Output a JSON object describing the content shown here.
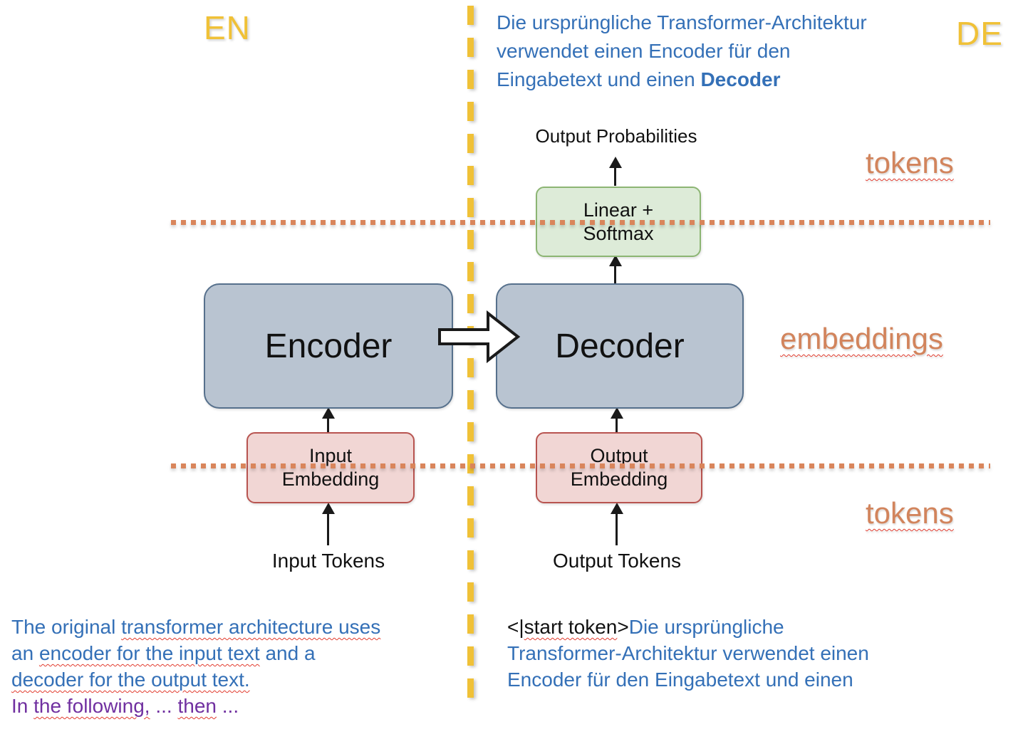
{
  "labels": {
    "en": "EN",
    "de": "DE",
    "tokens_top": "tokens",
    "embeddings": "embeddings",
    "tokens_bottom": "tokens"
  },
  "diagram": {
    "output_probabilities": "Output Probabilities",
    "linear_softmax": {
      "line1": "Linear +",
      "line2": "Softmax"
    },
    "encoder_label": "Encoder",
    "decoder_label": "Decoder",
    "input_embedding": {
      "line1": "Input",
      "line2": "Embedding"
    },
    "output_embedding": {
      "line1": "Output",
      "line2": "Embedding"
    },
    "input_tokens": "Input Tokens",
    "output_tokens": "Output Tokens"
  },
  "top_right_caption": {
    "line1": "Die ursprüngliche Transformer-Architektur",
    "line2": "verwendet einen Encoder für den",
    "line3_start": "Eingabetext und einen ",
    "line3_bold": "Decoder"
  },
  "bottom_left_caption": {
    "line1_plain": "The original ",
    "line1_sq": "transformer architecture uses",
    "line2_plain1": "an ",
    "line2_sq": "encoder for the input text",
    "line2_plain2": " and a",
    "line3_sq": "decoder for the output text.",
    "line4_plain1": "In ",
    "line4_sq1": "the following,",
    "line4_plain2": " ... ",
    "line4_sq2": "then",
    "line4_plain3": " ..."
  },
  "bottom_right_caption": {
    "line1_open": "<|",
    "line1_sq": "start token",
    "line1_close": ">",
    "line1_blue": "Die ursprüngliche",
    "line2": "Transformer-Architektur verwendet einen",
    "line3": "Encoder für den Eingabetext und einen"
  },
  "colors": {
    "accent_yellow": "#F0C137",
    "text_blue": "#3470B7",
    "text_purple": "#7030A0",
    "text_orange": "#D2845C",
    "dotted_line_orange": "#D9855B",
    "encoder_decoder_fill": "#B9C4D1",
    "encoder_decoder_border": "#56708C",
    "embedding_fill": "#F1D6D4",
    "embedding_border": "#B85450",
    "softmax_fill": "#DDEBD8",
    "softmax_border": "#8CB573",
    "squiggle_red": "#E23B2E"
  }
}
